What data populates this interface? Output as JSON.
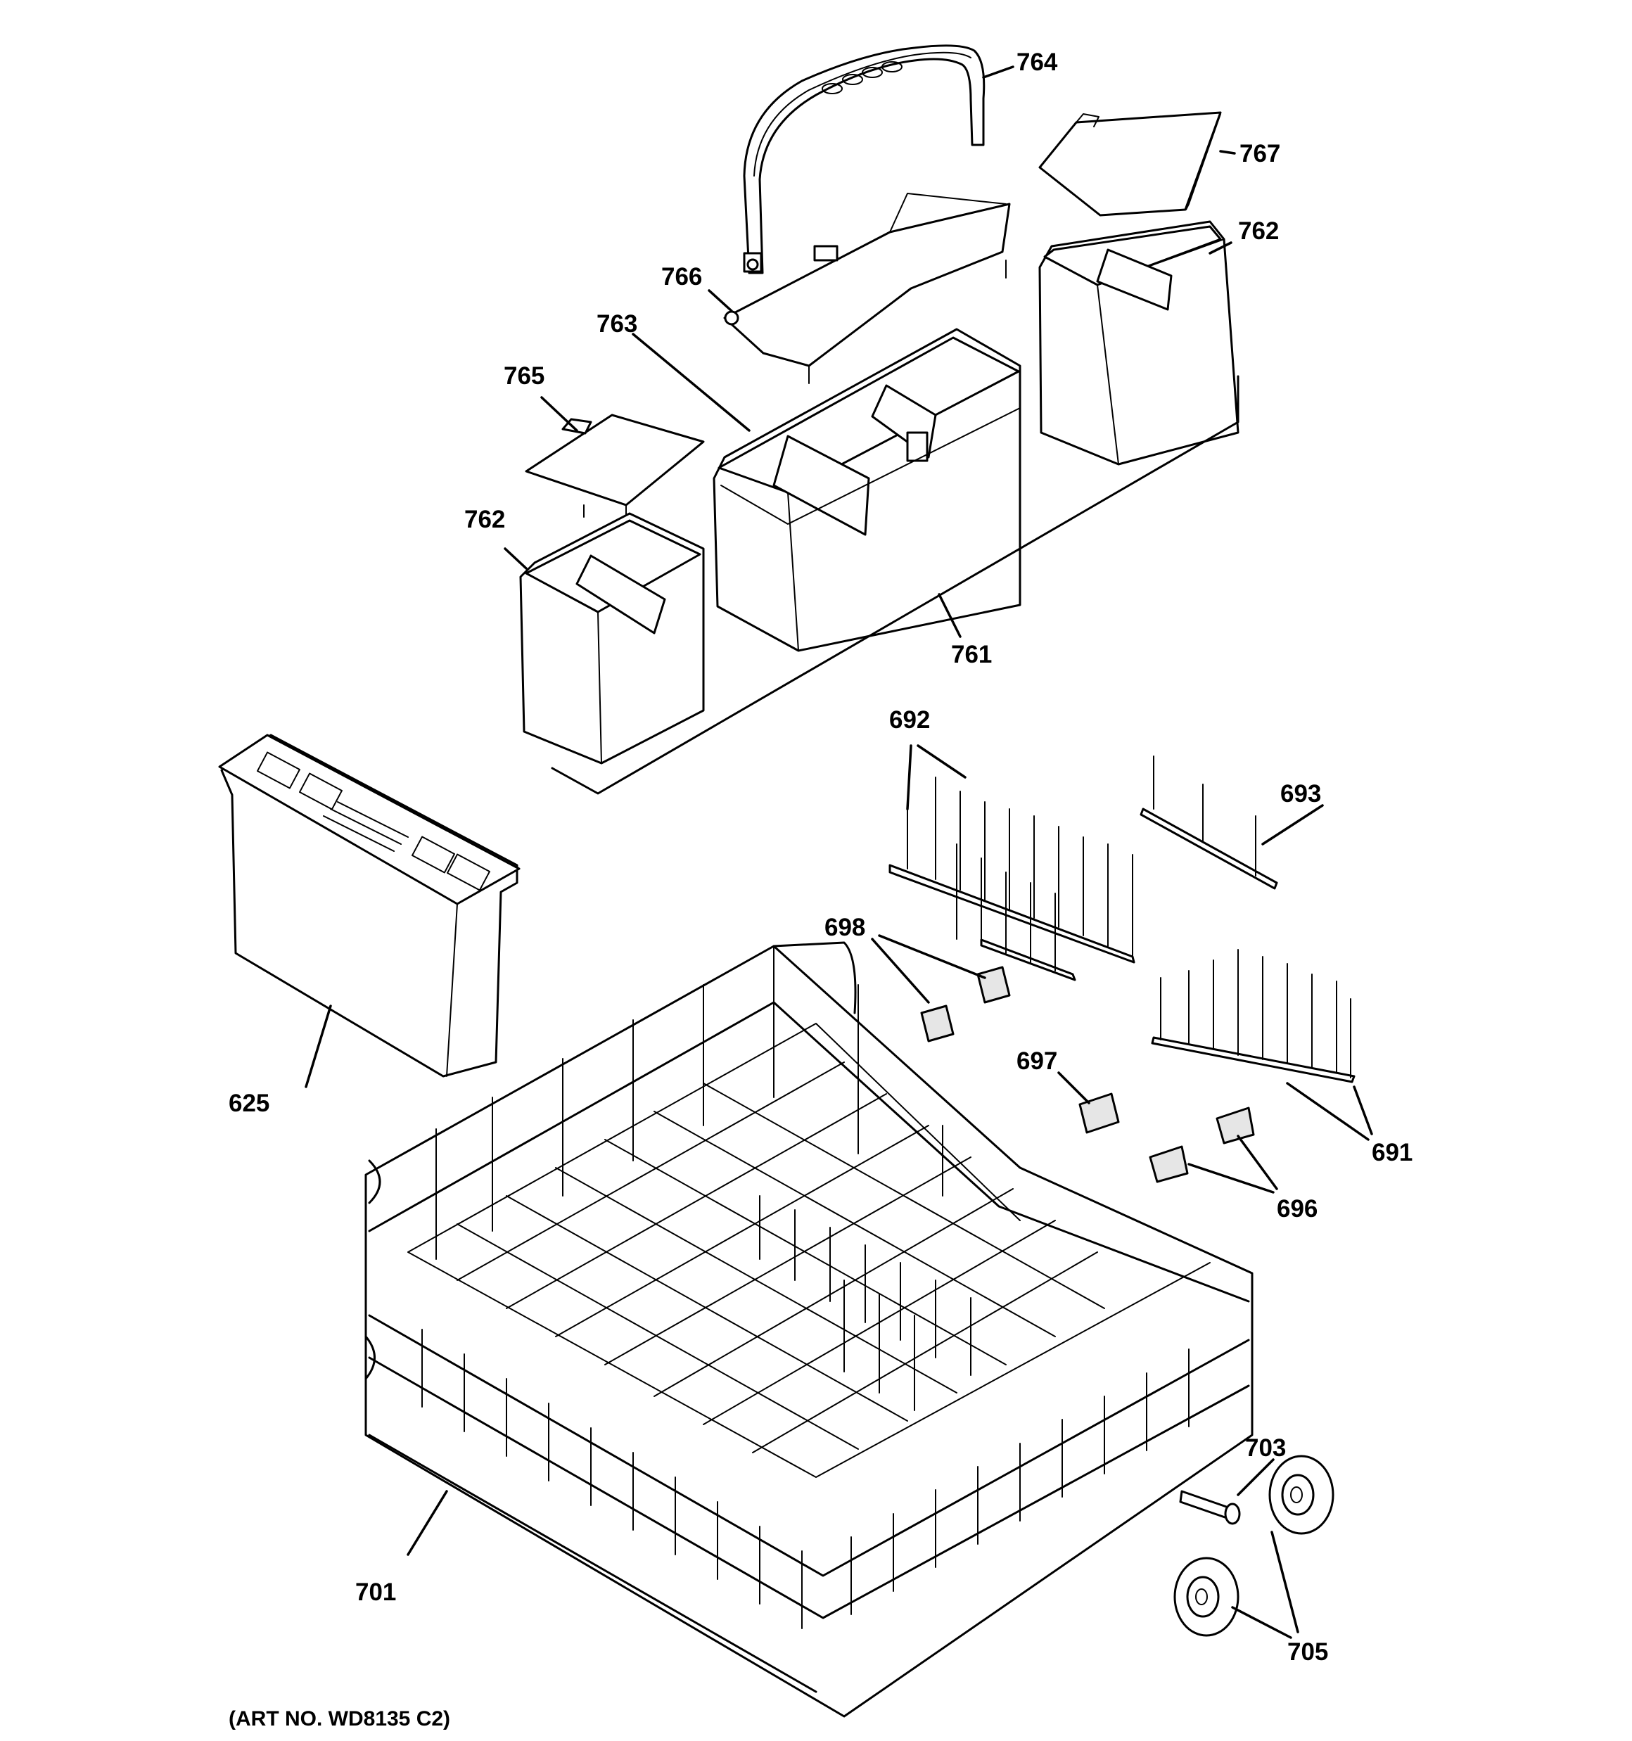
{
  "caption": "(ART NO. WD8135 C2)",
  "callouts": [
    {
      "id": "764",
      "label": "764"
    },
    {
      "id": "767",
      "label": "767"
    },
    {
      "id": "762a",
      "label": "762"
    },
    {
      "id": "766",
      "label": "766"
    },
    {
      "id": "763",
      "label": "763"
    },
    {
      "id": "765",
      "label": "765"
    },
    {
      "id": "762b",
      "label": "762"
    },
    {
      "id": "761",
      "label": "761"
    },
    {
      "id": "692",
      "label": "692"
    },
    {
      "id": "693",
      "label": "693"
    },
    {
      "id": "698",
      "label": "698"
    },
    {
      "id": "625",
      "label": "625"
    },
    {
      "id": "697",
      "label": "697"
    },
    {
      "id": "691",
      "label": "691"
    },
    {
      "id": "696",
      "label": "696"
    },
    {
      "id": "703",
      "label": "703"
    },
    {
      "id": "701",
      "label": "701"
    },
    {
      "id": "705",
      "label": "705"
    }
  ]
}
